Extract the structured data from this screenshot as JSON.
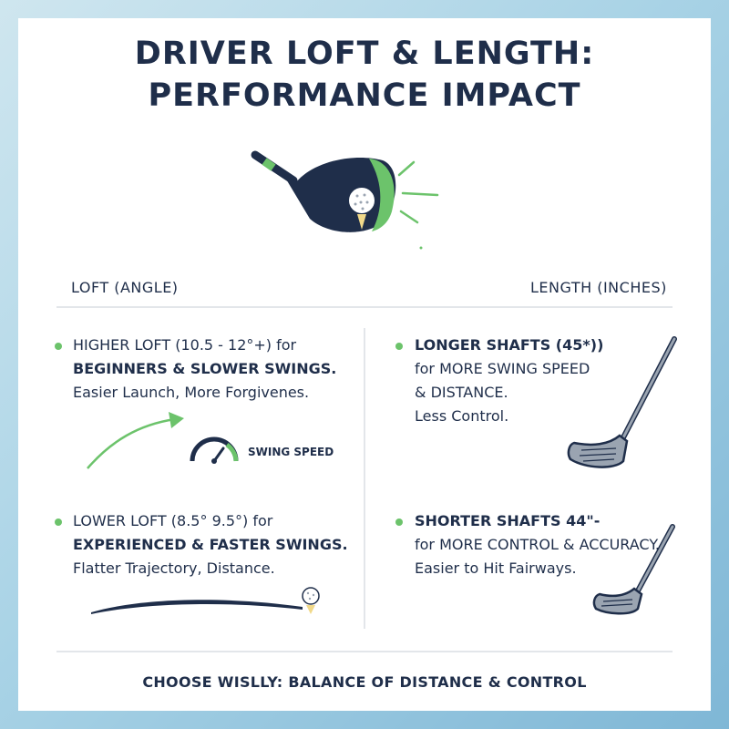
{
  "title": {
    "line1": "DRIVER LOFT & LENGTH:",
    "line2": "PERFORMANCE IMPACT"
  },
  "columns": {
    "left_heading": "LOFT (ANGLE)",
    "right_heading": "LENGTH (INCHES)"
  },
  "loft": {
    "higher": {
      "line1_strong": "HIGHER LOFT (10.5 - 12°+)",
      "line1_rest": " for",
      "line2": "BEGINNERS & SLOWER SWINGS.",
      "line3": "Easier Launch, More Forgivenes."
    },
    "gauge_label": "SWING SPEED",
    "lower": {
      "line1_strong": "LOWER LOFT (8.5° 9.5°)",
      "line1_rest": " for",
      "line2": "EXPERIENCED & FASTER SWINGS.",
      "line3": "Flatter Trajectory, Distance."
    }
  },
  "length": {
    "longer": {
      "line1": "LONGER SHAFTS (45*))",
      "line2": "for MORE SWING SPEED",
      "line3": "& DISTANCE.",
      "line4": "Less Control."
    },
    "shorter": {
      "line1": "SHORTER SHAFTS 44\"-",
      "line2": "for MORE CONTROL & ACCURACY.",
      "line3": "Easier to Hit Fairways."
    }
  },
  "footer": "CHOOSE WISLLY: BALANCE OF DISTANCE & CONTROL",
  "colors": {
    "navy": "#1f2e4a",
    "accent_green": "#6cc36b",
    "divider": "#e3e6ea"
  },
  "icons": [
    "driver-head-icon",
    "golf-ball-icon",
    "gauge-icon",
    "iron-club-icon"
  ]
}
